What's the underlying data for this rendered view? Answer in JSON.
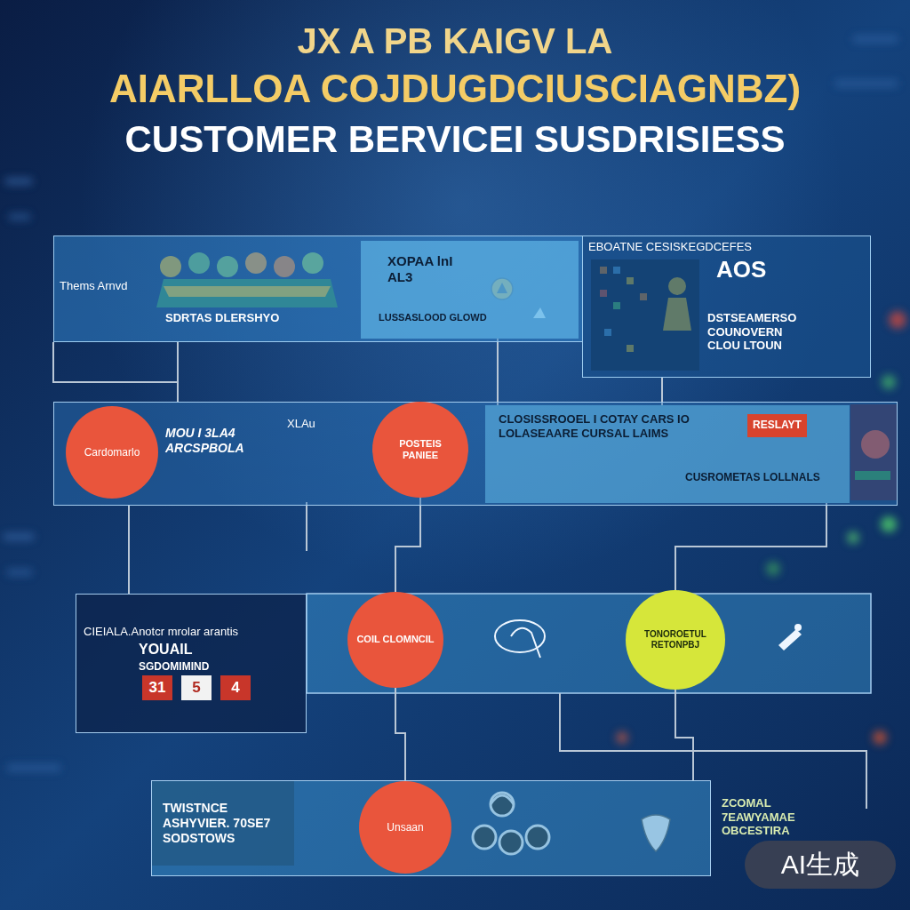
{
  "diagram": {
    "title": "CUSTOMER BERVICEI SUSDRISIESS",
    "nodes": [
      {
        "text": [
          "Thems Arnvd",
          "SDRTAS DLERSHYO"
        ]
      },
      {
        "text": [
          "XOPAA lnI AL3",
          "LUSSASLOOD GLOWD"
        ],
        "in": 0
      },
      {
        "text": [
          "EBOATNE CESISKEGDCEFES",
          "AOS",
          "DSTSEAMERSO COUNOVERN CLOU LTOUN"
        ]
      },
      {
        "text": [
          "MOU I 3LA4 ARCSPBOLA",
          "XLAu"
        ]
      },
      {
        "text": [
          "Cardomarlo"
        ],
        "in": 3
      },
      {
        "text": [
          "POSTEIS PANIEE"
        ],
        "in": 3
      },
      {
        "text": [
          "CLOSISSROOEL I COTAY CARS IO LOLASEAARE CURSAL LAIMS",
          "CUSROMETAS LOLLNALS"
        ],
        "in": 3
      },
      {
        "text": [
          "RESLAYT"
        ],
        "in": 6
      },
      {
        "text": [
          "CIEIALA.Anotcr mrolar arantis",
          "YOUAIL",
          "SGDOMIMIND"
        ]
      },
      {
        "text": [
          "COIL CLOMNCIL"
        ]
      },
      {
        "text": [
          "TONOROETUL RETONPBJ"
        ]
      },
      {
        "text": [
          "TWISTNCE ASHYVIER. 70SE7 SODSTOWS"
        ]
      },
      {
        "text": [
          "Unsaan"
        ],
        "in": 11
      }
    ],
    "edges": [
      {
        "from": 0,
        "to": 3,
        "arrow": "none"
      },
      {
        "from": 1,
        "to": 6,
        "arrow": "none"
      },
      {
        "from": 2,
        "to": 6,
        "arrow": "none"
      },
      {
        "from": 3,
        "to": 8,
        "arrow": "none"
      },
      {
        "from": 5,
        "to": 9,
        "arrow": "none"
      },
      {
        "from": 6,
        "to": 10,
        "arrow": "none"
      },
      {
        "from": 9,
        "to": 12,
        "arrow": "none"
      },
      {
        "from": 10,
        "to": 11,
        "arrow": "none"
      }
    ],
    "labels": [
      "JX A PB KAIGV LA",
      "AIARLLOA COJDUGDCIUSCIAGNBZ)",
      "31",
      "5",
      "4",
      "ZCOMAL 7EAWYAMAE OBCESTIRA",
      "AI生成"
    ]
  }
}
